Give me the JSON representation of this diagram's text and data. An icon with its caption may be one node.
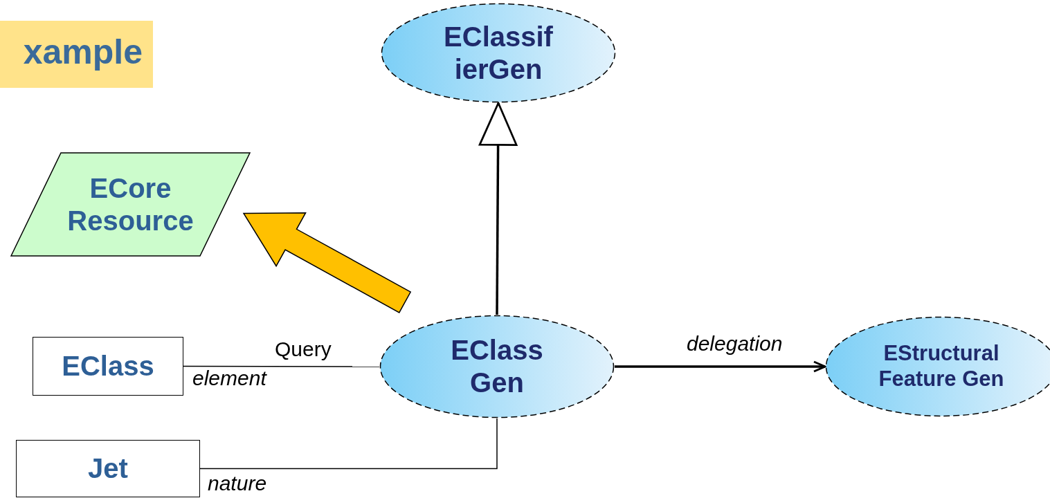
{
  "diagram": {
    "title": "xample",
    "nodes": [
      {
        "text": [
          "EClassif ierGen"
        ]
      },
      {
        "text": [
          "ECore Resource"
        ]
      },
      {
        "text": [
          "EClass"
        ]
      },
      {
        "text": [
          "EClass Gen"
        ]
      },
      {
        "text": [
          "EStructural Feature Gen"
        ]
      },
      {
        "text": [
          "Jet"
        ]
      }
    ],
    "edges": [
      {
        "from": 3,
        "to": 0,
        "arrow": "to"
      },
      {
        "from": 3,
        "to": 1,
        "arrow": "to",
        "style": "thick",
        "color": "#ffc000"
      },
      {
        "from": 2,
        "to": 3,
        "arrow": "none",
        "label": "Query"
      },
      {
        "from": 3,
        "to": 4,
        "arrow": "to",
        "label": "delegation"
      },
      {
        "from": 5,
        "to": 3,
        "arrow": "none"
      }
    ],
    "labels": [
      "element",
      "nature"
    ]
  }
}
